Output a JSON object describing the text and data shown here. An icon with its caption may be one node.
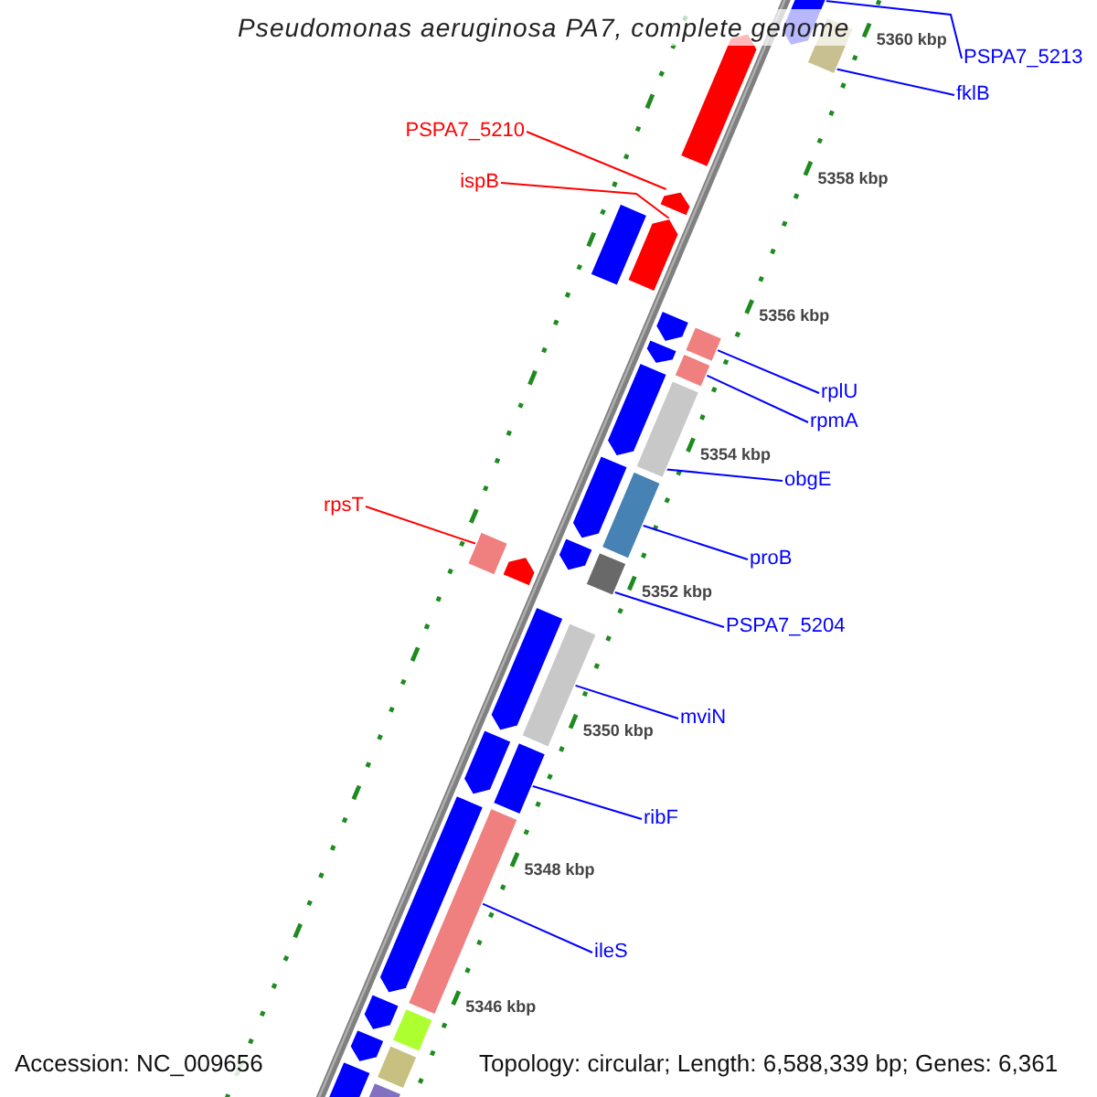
{
  "diagram": {
    "title": "Pseudomonas aeruginosa PA7, complete genome",
    "nodes": [
      {
        "text": [
          "PSPA7_5213"
        ]
      },
      {
        "text": [
          "fklB"
        ]
      },
      {
        "text": [
          "PSPA7_5210"
        ]
      },
      {
        "text": [
          "ispB"
        ]
      },
      {
        "text": [
          "rplU"
        ]
      },
      {
        "text": [
          "rpmA"
        ]
      },
      {
        "text": [
          "obgE"
        ]
      },
      {
        "text": [
          "rpsT"
        ]
      },
      {
        "text": [
          "proB"
        ]
      },
      {
        "text": [
          "PSPA7_5204"
        ]
      },
      {
        "text": [
          "mviN"
        ]
      },
      {
        "text": [
          "ribF"
        ]
      },
      {
        "text": [
          "ileS"
        ]
      },
      {
        "text": [],
        "shape": "pentagon"
      },
      {
        "text": [],
        "shape": "bar"
      },
      {
        "text": [],
        "shape": "pentagon"
      },
      {
        "text": [],
        "shape": "pentagon"
      },
      {
        "text": [],
        "shape": "pentagon"
      },
      {
        "text": [],
        "shape": "bar"
      },
      {
        "text": [],
        "shape": "pentagon"
      },
      {
        "text": [],
        "shape": "bar"
      },
      {
        "text": [],
        "shape": "pentagon"
      },
      {
        "text": [],
        "shape": "bar"
      },
      {
        "text": [],
        "shape": "pentagon"
      },
      {
        "text": [],
        "shape": "bar"
      },
      {
        "text": [],
        "shape": "pentagon"
      },
      {
        "text": [],
        "shape": "bar"
      },
      {
        "text": [],
        "shape": "pentagon"
      },
      {
        "text": [],
        "shape": "bar"
      },
      {
        "text": [],
        "shape": "bar"
      },
      {
        "text": [],
        "shape": "pentagon"
      },
      {
        "text": [],
        "shape": "pentagon"
      },
      {
        "text": [],
        "shape": "bar"
      },
      {
        "text": [],
        "shape": "pentagon"
      },
      {
        "text": [],
        "shape": "bar"
      },
      {
        "text": [],
        "shape": "pentagon"
      },
      {
        "text": [],
        "shape": "bar"
      },
      {
        "text": [],
        "shape": "pentagon"
      },
      {
        "text": [],
        "shape": "bar"
      },
      {
        "text": [],
        "shape": "pentagon"
      },
      {
        "text": [],
        "shape": "bar"
      },
      {
        "text": [],
        "shape": "pentagon"
      },
      {
        "text": [],
        "shape": "bar"
      }
    ],
    "edges": [
      {
        "from": 0,
        "to": 13,
        "arrow": "none"
      },
      {
        "from": 1,
        "to": 14,
        "arrow": "none"
      },
      {
        "from": 2,
        "to": 16,
        "arrow": "none",
        "color": "#ff0000"
      },
      {
        "from": 3,
        "to": 17,
        "arrow": "none",
        "color": "#ff0000"
      },
      {
        "from": 4,
        "to": 20,
        "arrow": "none"
      },
      {
        "from": 5,
        "to": 22,
        "arrow": "none"
      },
      {
        "from": 6,
        "to": 24,
        "arrow": "none"
      },
      {
        "from": 7,
        "to": 29,
        "arrow": "none",
        "color": "#ff0000"
      },
      {
        "from": 8,
        "to": 26,
        "arrow": "none"
      },
      {
        "from": 9,
        "to": 28,
        "arrow": "none"
      },
      {
        "from": 10,
        "to": 32,
        "arrow": "none"
      },
      {
        "from": 11,
        "to": 34,
        "arrow": "none"
      },
      {
        "from": 12,
        "to": 36,
        "arrow": "none"
      }
    ],
    "labels": [
      "5360 kbp",
      "5358 kbp",
      "5356 kbp",
      "5354 kbp",
      "5352 kbp",
      "5350 kbp",
      "5348 kbp",
      "5346 kbp",
      "Accession: NC_009656",
      "Topology: circular; Length: 6,588,339 bp; Genes: 6,361"
    ]
  }
}
